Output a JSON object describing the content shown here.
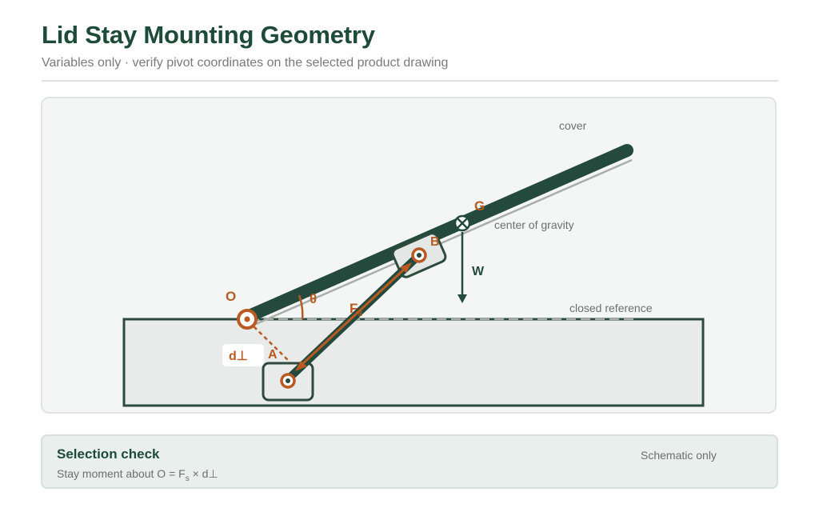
{
  "header": {
    "title": "Lid Stay Mounting Geometry",
    "subtitle": "Variables only · verify pivot coordinates on the selected product drawing"
  },
  "diagram": {
    "labels": {
      "cover": "cover",
      "center_of_gravity_point": "G",
      "center_of_gravity": "center of gravity",
      "weight": "W",
      "closed_reference": "closed reference",
      "hinge_pivot": "O",
      "angle": "θ",
      "stay_force": "F",
      "stay_force_sub": "s",
      "lid_mount": "B",
      "base_mount": "A",
      "perpendicular_distance": "d⊥"
    },
    "colors": {
      "lid": "#234a3c",
      "accent": "#b85a22",
      "reference": "#a9aeab",
      "base_fill": "#e8ebe9",
      "outline": "#2c4a3e"
    },
    "icons": {
      "center_of_gravity": "circled-x-icon",
      "hinge_pivot": "bullseye-pivot-icon"
    }
  },
  "info": {
    "heading": "Selection check",
    "formula_prefix": "Stay moment about O = F",
    "formula_sub": "s",
    "formula_suffix": " × d⊥",
    "note": "Schematic only"
  }
}
